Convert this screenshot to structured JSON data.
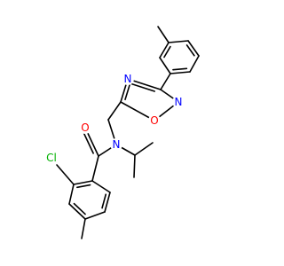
{
  "molecule": {
    "colors": {
      "bond": "#000000",
      "oxygen": "#ff0000",
      "nitrogen": "#0000ff",
      "chlorine": "#00b000",
      "background": "#ffffff"
    },
    "atoms": {
      "o_carbonyl": "O",
      "n_amide": "N",
      "cl": "Cl",
      "n_ring_left": "N",
      "n_ring_right": "N",
      "o_ring": "O"
    }
  }
}
